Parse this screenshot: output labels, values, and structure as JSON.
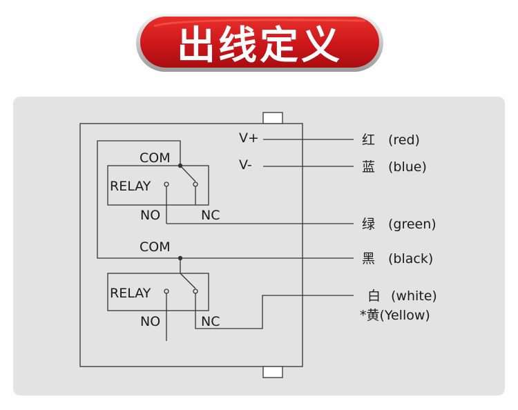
{
  "title": "出线定义",
  "diagram": {
    "top_relay": {
      "label": "RELAY",
      "com": "COM",
      "no": "NO",
      "nc": "NC"
    },
    "bottom_relay": {
      "label": "RELAY",
      "com": "COM",
      "no": "NO",
      "nc": "NC"
    },
    "power_pos": "V+",
    "power_neg": "V-",
    "wires": [
      {
        "cn": "红",
        "en": "(red)"
      },
      {
        "cn": "蓝",
        "en": "(blue)"
      },
      {
        "cn": "绿",
        "en": "(green)"
      },
      {
        "cn": "黑",
        "en": "(black)"
      },
      {
        "cn": "白",
        "en": "(white)"
      }
    ],
    "white_note": "*黄(Yellow)"
  },
  "colors": {
    "title_red": "#d7191a",
    "title_dark": "#a80d10",
    "panel_bg": "#e3e3e3",
    "line": "#333333"
  }
}
